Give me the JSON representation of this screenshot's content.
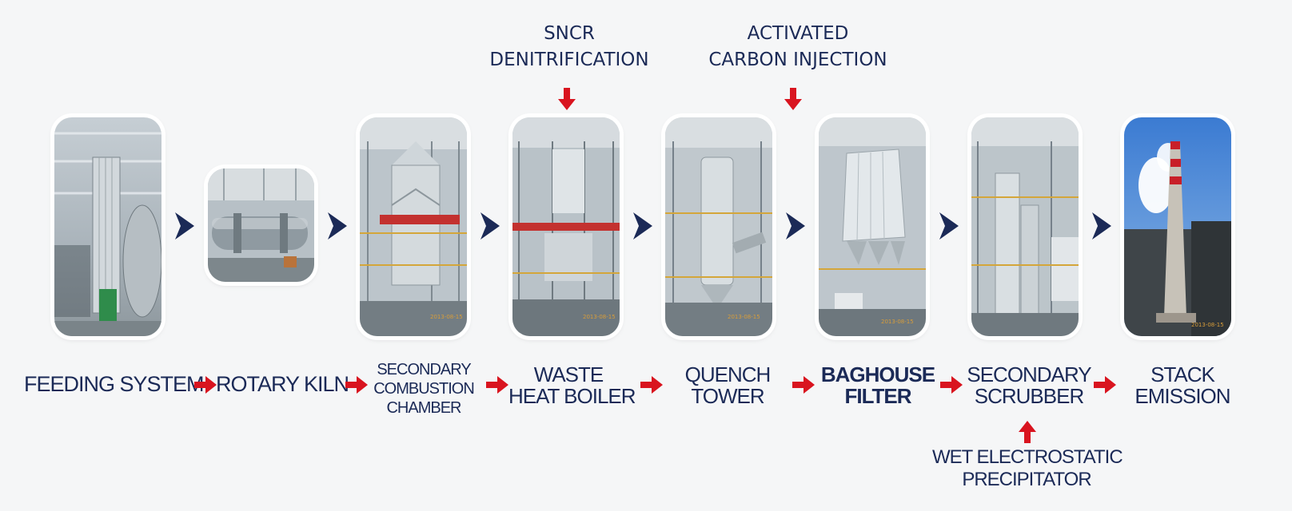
{
  "injections": {
    "sncr": [
      "SNCR",
      "DENITRIFICATION"
    ],
    "carbon": [
      "ACTIVATED",
      "CARBON INJECTION"
    ]
  },
  "stages": [
    {
      "label": "FEEDING SYSTEM",
      "icon": "feeding-system-photo"
    },
    {
      "label": "ROTARY KILN",
      "icon": "rotary-kiln-photo"
    },
    {
      "label": [
        "SECONDARY",
        "COMBUSTION",
        "CHAMBER"
      ],
      "icon": "secondary-combustion-chamber-photo"
    },
    {
      "label": [
        "WASTE",
        "HEAT BOILER"
      ],
      "icon": "waste-heat-boiler-photo"
    },
    {
      "label": [
        "QUENCH",
        "TOWER"
      ],
      "icon": "quench-tower-photo"
    },
    {
      "label": [
        "BAGHOUSE",
        "FILTER"
      ],
      "icon": "baghouse-filter-photo"
    },
    {
      "label": [
        "SECONDARY",
        "SCRUBBER"
      ],
      "icon": "secondary-scrubber-photo"
    },
    {
      "label": [
        "STACK",
        "EMISSION"
      ],
      "icon": "stack-emission-photo"
    }
  ],
  "wesp": [
    "WET ELECTROSTATIC",
    "PRECIPITATOR"
  ],
  "photo_stamp": "2013-08-15",
  "colors": {
    "navy": "#1b2a57",
    "flow_red": "#d9141f",
    "background": "#f5f6f7"
  }
}
